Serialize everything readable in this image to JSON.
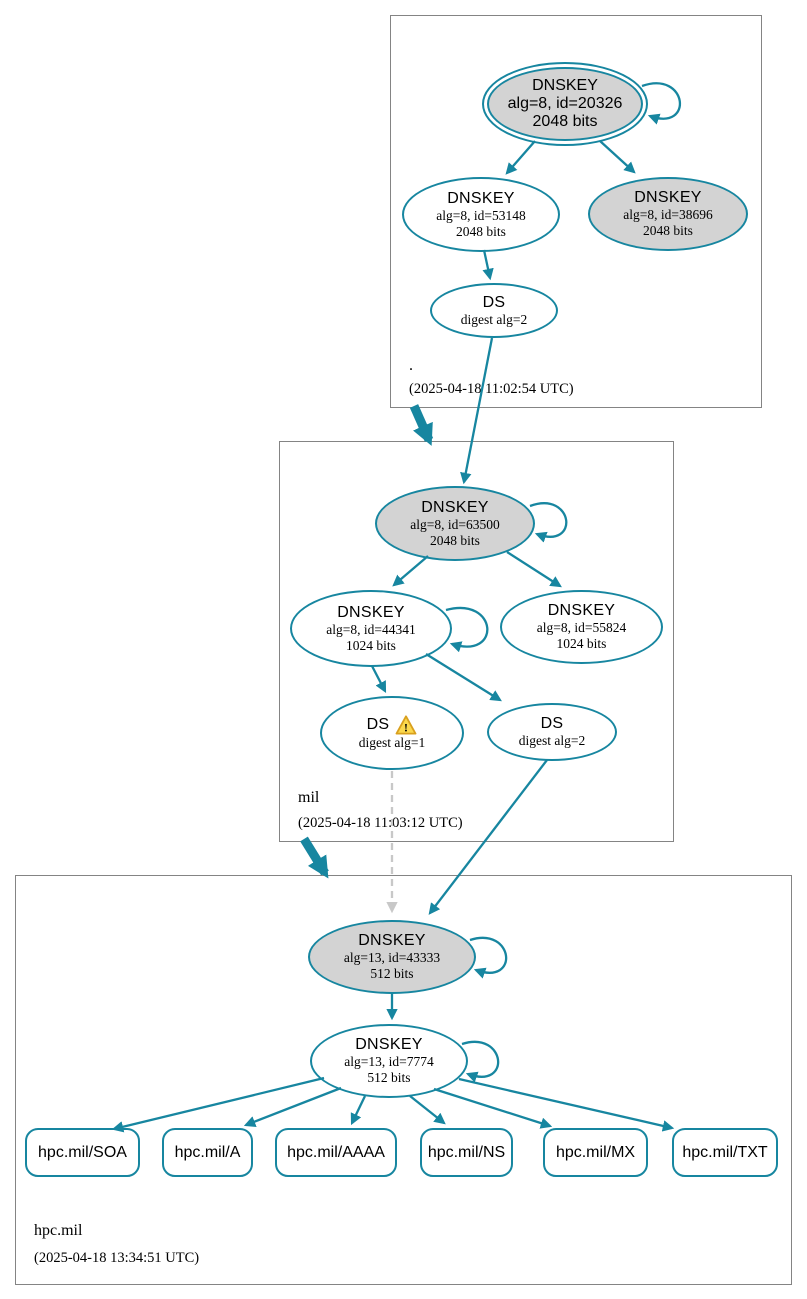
{
  "colors": {
    "edge": "#1786a0",
    "grayfill": "#d3d3d3",
    "boxborder": "#848484",
    "dashed": "#c8c8c8",
    "warnfill": "#fbd84d",
    "warnborder": "#d9a01e"
  },
  "zones": {
    "root": {
      "label": ".",
      "timestamp": "(2025-04-18 11:02:54 UTC)"
    },
    "mil": {
      "label": "mil",
      "timestamp": "(2025-04-18 11:03:12 UTC)"
    },
    "hpc": {
      "label": "hpc.mil",
      "timestamp": "(2025-04-18 13:34:51 UTC)"
    }
  },
  "nodes": {
    "root_ksk": {
      "title": "DNSKEY",
      "detail": "alg=8, id=20326",
      "bits": "2048 bits"
    },
    "root_zsk": {
      "title": "DNSKEY",
      "detail": "alg=8, id=53148",
      "bits": "2048 bits"
    },
    "root_key3": {
      "title": "DNSKEY",
      "detail": "alg=8, id=38696",
      "bits": "2048 bits"
    },
    "root_ds": {
      "title": "DS",
      "detail": "digest alg=2"
    },
    "mil_ksk": {
      "title": "DNSKEY",
      "detail": "alg=8, id=63500",
      "bits": "2048 bits"
    },
    "mil_zsk": {
      "title": "DNSKEY",
      "detail": "alg=8, id=44341",
      "bits": "1024 bits"
    },
    "mil_key3": {
      "title": "DNSKEY",
      "detail": "alg=8, id=55824",
      "bits": "1024 bits"
    },
    "mil_ds1": {
      "title": "DS",
      "detail": "digest alg=1",
      "warning": "!"
    },
    "mil_ds2": {
      "title": "DS",
      "detail": "digest alg=2"
    },
    "hpc_ksk": {
      "title": "DNSKEY",
      "detail": "alg=13, id=43333",
      "bits": "512 bits"
    },
    "hpc_zsk": {
      "title": "DNSKEY",
      "detail": "alg=13, id=7774",
      "bits": "512 bits"
    }
  },
  "rrsets": [
    {
      "label": "hpc.mil/SOA"
    },
    {
      "label": "hpc.mil/A"
    },
    {
      "label": "hpc.mil/AAAA"
    },
    {
      "label": "hpc.mil/NS"
    },
    {
      "label": "hpc.mil/MX"
    },
    {
      "label": "hpc.mil/TXT"
    }
  ]
}
